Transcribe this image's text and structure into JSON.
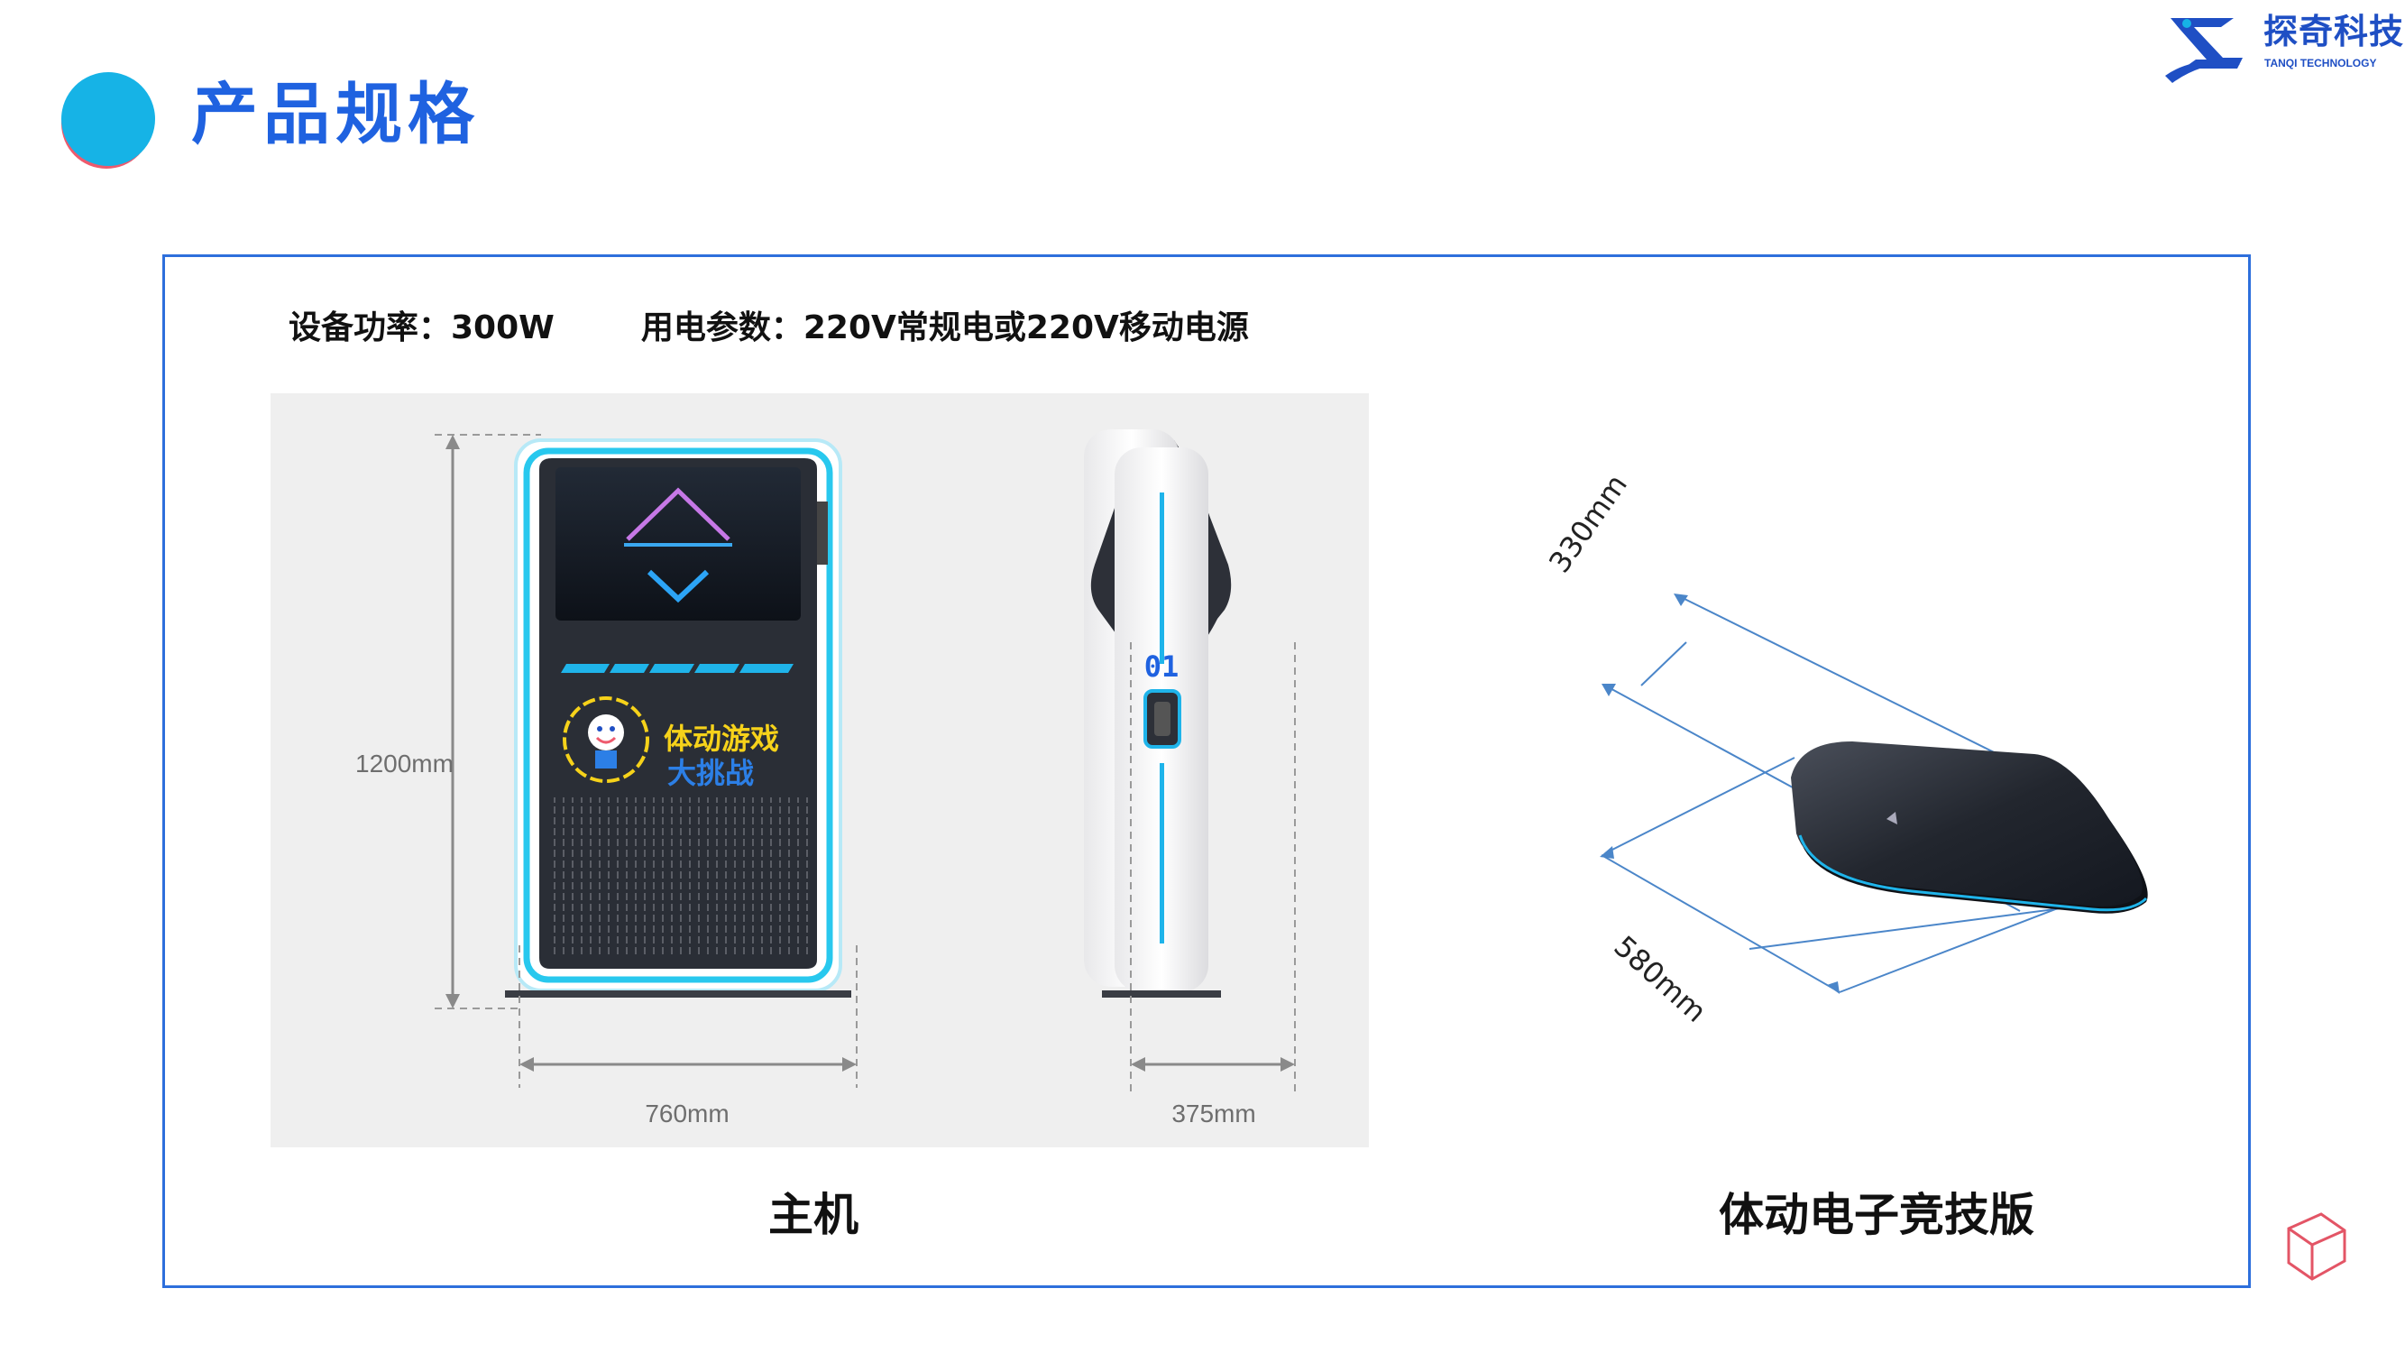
{
  "header": {
    "title": "产品规格"
  },
  "logo": {
    "name": "探奇科技",
    "subtitle": "TANQI TECHNOLOGY"
  },
  "specs": {
    "power": "设备功率：300W",
    "electricity": "用电参数：220V常规电或220V移动电源"
  },
  "host_drawing": {
    "height_label": "1200mm",
    "width_label": "760mm",
    "depth_label": "375mm",
    "game_title_line1": "体动游戏",
    "game_title_line2": "大挑战",
    "unit_number": "01"
  },
  "mat_drawing": {
    "width_label": "330mm",
    "length_label": "580mm"
  },
  "captions": {
    "main_unit": "主机",
    "mat_unit": "体动电子竞技版"
  },
  "colors": {
    "title_blue": "#1f62e0",
    "frame_blue": "#2d6fdc",
    "accent_cyan": "#16b3e6",
    "accent_red": "#ee5a6d"
  }
}
